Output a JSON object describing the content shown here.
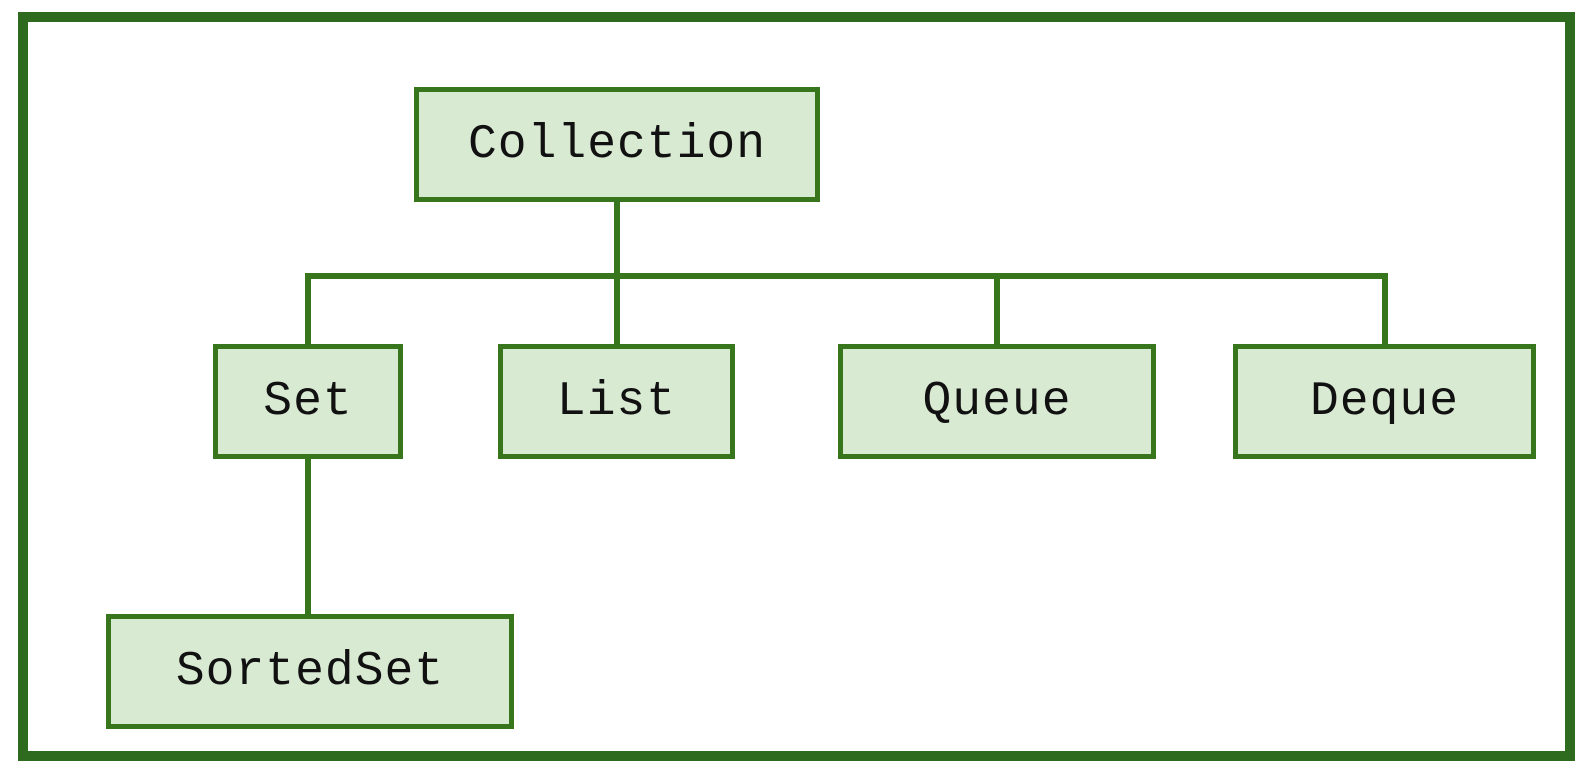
{
  "diagram": {
    "colors": {
      "frame_border": "#2e6b1e",
      "node_border": "#38761d",
      "node_fill": "#d9ead3",
      "text": "#111111",
      "background": "#ffffff"
    },
    "nodes": [
      {
        "id": "collection",
        "label": "Collection"
      },
      {
        "id": "set",
        "label": "Set"
      },
      {
        "id": "list",
        "label": "List"
      },
      {
        "id": "queue",
        "label": "Queue"
      },
      {
        "id": "deque",
        "label": "Deque"
      },
      {
        "id": "sortedset",
        "label": "SortedSet"
      }
    ],
    "edges": [
      {
        "from": "collection",
        "to": "set"
      },
      {
        "from": "collection",
        "to": "list"
      },
      {
        "from": "collection",
        "to": "queue"
      },
      {
        "from": "collection",
        "to": "deque"
      },
      {
        "from": "set",
        "to": "sortedset"
      }
    ]
  }
}
